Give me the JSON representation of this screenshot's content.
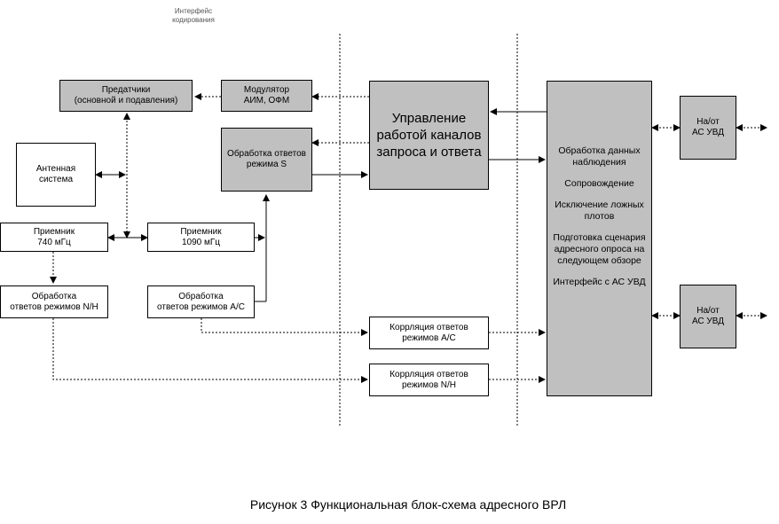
{
  "header_note": "Интерфейс\nкодирования",
  "blocks": {
    "transmitters": "Предатчики\n(основной и подавления)",
    "modulator": "Модулятор\nАИМ, ОФМ",
    "antenna": "Антенная\nсистема",
    "mode_s_processing": "Обработка ответов\nрежима S",
    "receiver_740": "Приемник\n740 мГц",
    "receiver_1090": "Приемник\n1090 мГц",
    "nh_processing": "Обработка\nответов режимов N/H",
    "ac_processing": "Обработка\nответов режимов А/С",
    "channel_control": "Управление\nработой каналов\nзапроса и ответа",
    "ac_correlation": "Коррляция ответов\nрежимов А/С",
    "nh_correlation": "Коррляция ответов\nрежимов N/H",
    "atc_top": "На/от\nАС УВД",
    "atc_bottom": "На/от\nАС УВД"
  },
  "data_processing": {
    "items": [
      "Обработка данных\nнаблюдения",
      "Сопровождение",
      "Исключение ложных\nплотов",
      "Подготовка сценария\nадресного опроса на\nследующем обзоре",
      "Интерфейс с АС УВД"
    ]
  },
  "caption": "Рисунок 3 Функциональная блок-схема адресного ВРЛ"
}
